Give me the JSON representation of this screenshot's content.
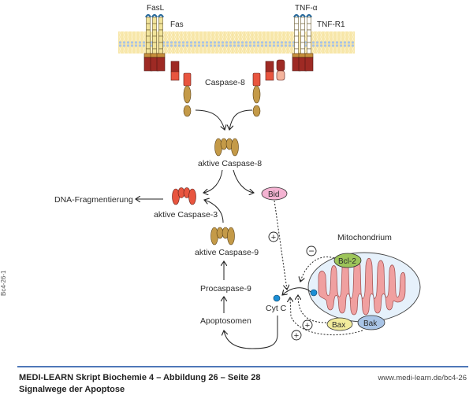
{
  "diagram": {
    "title": "Signalwege der Apoptose",
    "labels": {
      "fasl": "FasL",
      "fas": "Fas",
      "tnf_alpha": "TNF-α",
      "tnf_r1": "TNF-R1",
      "caspase8": "Caspase-8",
      "active_caspase8": "aktive Caspase-8",
      "dna_fragmentation": "DNA-Fragmentierung",
      "active_caspase3": "aktive Caspase-3",
      "bid": "Bid",
      "active_caspase9": "aktive Caspase-9",
      "procaspase9": "Procaspase-9",
      "apoptosome": "Apoptosomen",
      "cyt_c": "Cyt C",
      "mitochondrion": "Mitochondrium",
      "bcl2": "Bcl-2",
      "bax": "Bax",
      "bak": "Bak"
    },
    "signs": {
      "plus": "+",
      "minus": "−"
    },
    "colors": {
      "membrane": "#f7e6a8",
      "membrane_head": "#a9c4e6",
      "receptor_dark": "#9e2a24",
      "receptor_mid": "#e8553f",
      "receptor_light": "#f4b39c",
      "receptor_cap": "#c8903c",
      "fas_stalk": "#f2e49a",
      "tnf_stalk": "#ffffff",
      "ligand": "#2b6c9e",
      "caspase_brown": "#c49a48",
      "caspase_red": "#e8553f",
      "bid": "#f4b3d2",
      "mito_outer": "#e6f1fb",
      "mito_inner": "#f0a0a0",
      "bcl2": "#9dc55a",
      "bax": "#f2ec9c",
      "bak": "#a9c4e6",
      "cytc": "#1b8fd6",
      "footer_rule": "#4f78b8"
    }
  },
  "footer": {
    "title": "MEDI-LEARN Skript Biochemie 4 – Abbildung 26 – Seite 28",
    "subtitle": "Signalwege der Apoptose",
    "url": "www.medi-learn.de/bc4-26",
    "side_code": "Bc4-26-1"
  }
}
